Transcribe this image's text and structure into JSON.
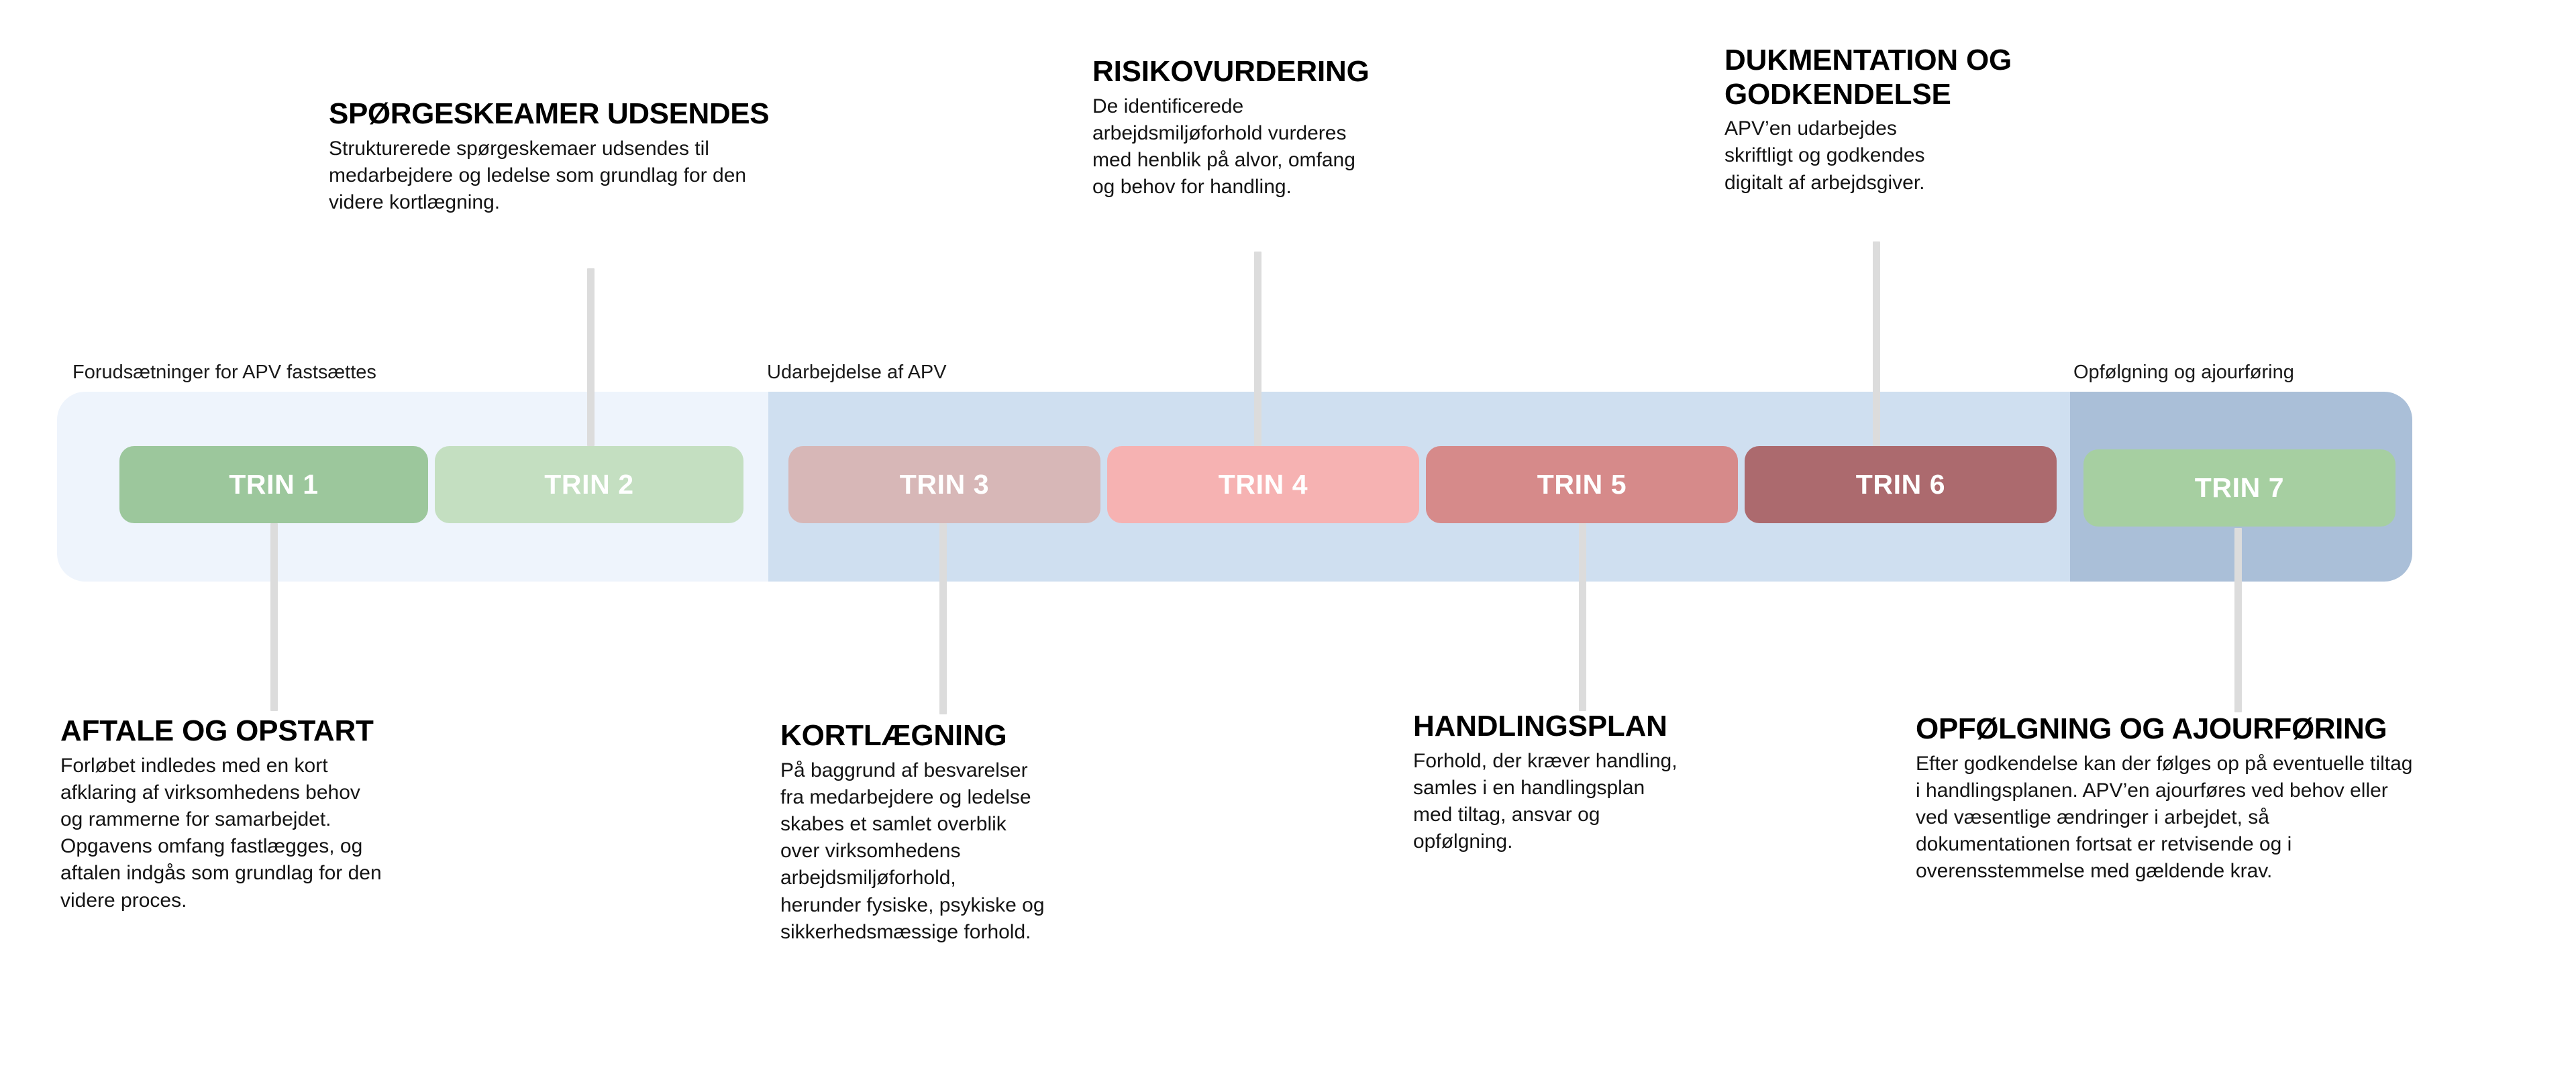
{
  "bands": [
    {
      "id": "band-forudsaetninger",
      "label": "Forudsætninger for APV fastsættes",
      "color": "#EEF4FC"
    },
    {
      "id": "band-udarbejdelse",
      "label": "Udarbejdelse af APV",
      "color": "#CFDFF0"
    },
    {
      "id": "band-opfoelgning",
      "label": "Opfølgning og ajourføring",
      "color": "#AABFD8"
    }
  ],
  "steps": [
    {
      "id": "trin-1",
      "label": "TRIN 1",
      "color": "#9CC79C"
    },
    {
      "id": "trin-2",
      "label": "TRIN 2",
      "color": "#C4DFC1"
    },
    {
      "id": "trin-3",
      "label": "TRIN 3",
      "color": "#D7B7B7"
    },
    {
      "id": "trin-4",
      "label": "TRIN 4",
      "color": "#F6B2B2"
    },
    {
      "id": "trin-5",
      "label": "TRIN 5",
      "color": "#D68A8A"
    },
    {
      "id": "trin-6",
      "label": "TRIN 6",
      "color": "#AC6A6E"
    },
    {
      "id": "trin-7",
      "label": "TRIN 7",
      "color": "#A6CFA1"
    }
  ],
  "callouts": {
    "sporgeskemaer": {
      "title": "SPØRGESKEAMER UDSENDES",
      "body": "Strukturerede spørgeskemaer udsendes til\nmedarbejdere og ledelse som grundlag for den\nvidere kortlægning."
    },
    "risikovurdering": {
      "title": "RISIKOVURDERING",
      "body": "De identificerede\narbejdsmiljøforhold vurderes\nmed henblik på alvor, omfang\nog behov for handling."
    },
    "dokumentation": {
      "title": "DUKMENTATION OG GODKENDELSE",
      "body": "APV’en udarbejdes\nskriftligt og godkendes\ndigitalt af arbejdsgiver."
    },
    "aftale": {
      "title": "AFTALE OG OPSTART",
      "body": "Forløbet indledes med en kort\nafklaring af virksomhedens behov\nog rammerne for samarbejdet.\nOpgavens omfang fastlægges, og\naftalen indgås som grundlag for den\nvidere proces."
    },
    "kortlaegning": {
      "title": "KORTLÆGNING",
      "body": "På baggrund af besvarelser\nfra medarbejdere og ledelse\nskabes et samlet overblik\nover virksomhedens\narbejdsmiljøforhold,\nherunder fysiske, psykiske og\nsikkerhedsmæssige forhold."
    },
    "handlingsplan": {
      "title": "HANDLINGSPLAN",
      "body": "Forhold, der kræver handling,\nsamles i en handlingsplan\nmed tiltag, ansvar og\nopfølgning."
    },
    "opfolgning": {
      "title": "OPFØLGNING OG AJOURFØRING",
      "body": "Efter godkendelse kan der følges op på eventuelle tiltag\ni handlingsplanen. APV’en ajourføres ved behov eller\nved væsentlige ændringer i arbejdet, så\ndokumentationen fortsat er retvisende og i\noverensstemmelse med gældende krav."
    }
  },
  "colors": {
    "stem": "#DCDCDC",
    "text": "#000000",
    "page_background": "#FFFFFF"
  }
}
